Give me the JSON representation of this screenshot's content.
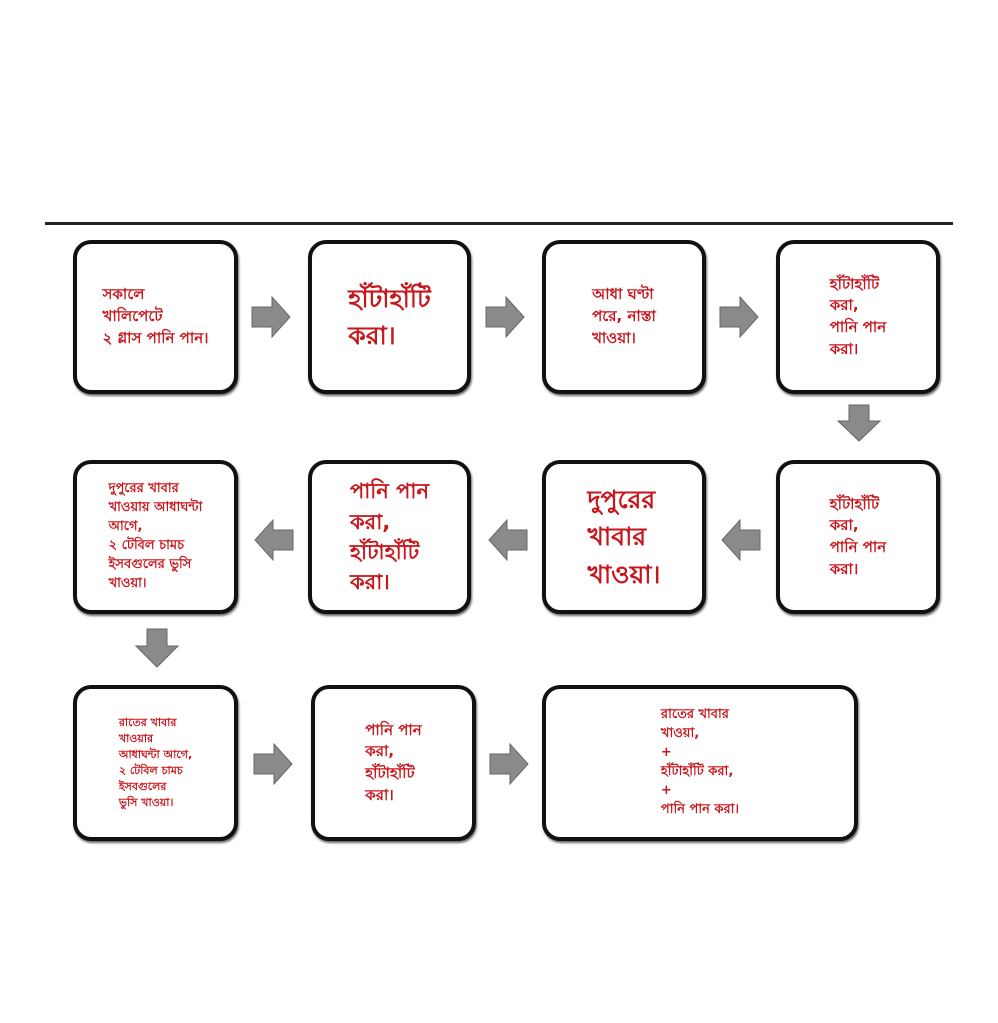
{
  "steps": [
    {
      "text": "সকালে\nখালিপেটে\n২ গ্লাস পানি পান।"
    },
    {
      "text": "হাঁটাহাঁটি\nকরা।"
    },
    {
      "text": "আধা ঘণ্টা\nপরে, নাস্তা\nখাওয়া।"
    },
    {
      "text": "হাঁটাহাঁটি\nকরা,\nপানি পান\nকরা।"
    },
    {
      "text": "হাঁটাহাঁটি\nকরা,\nপানি পান\nকরা।"
    },
    {
      "text": "দুপুরের\nখাবার\nখাওয়া।"
    },
    {
      "text": "পানি পান\n  করা,\nহাঁটাহাঁটি\n  করা।"
    },
    {
      "text": "দুপুরের খাবার\nখাওয়ায় আধাঘন্টা\nআগে,\n২ টেবিল চামচ\nইসবগুলের ভুসি\nখাওয়া।"
    },
    {
      "text": "রাতের খাবার\nখাওয়ার\nআধাঘন্টা আগে,\n২ টেবিল চামচ\nইসবগুলের\nভুসি খাওয়া।"
    },
    {
      "text": "পানি পান\nকরা,\nহাঁটাহাঁটি\nকরা।"
    },
    {
      "text": "রাতের খাবার\nখাওয়া,\n      +\nহাঁটাহাঁটি করা,\n      +\nপানি পান করা।"
    }
  ],
  "colors": {
    "text": "#c8161d",
    "arrow": "#8a8a8a",
    "border": "#111111"
  }
}
